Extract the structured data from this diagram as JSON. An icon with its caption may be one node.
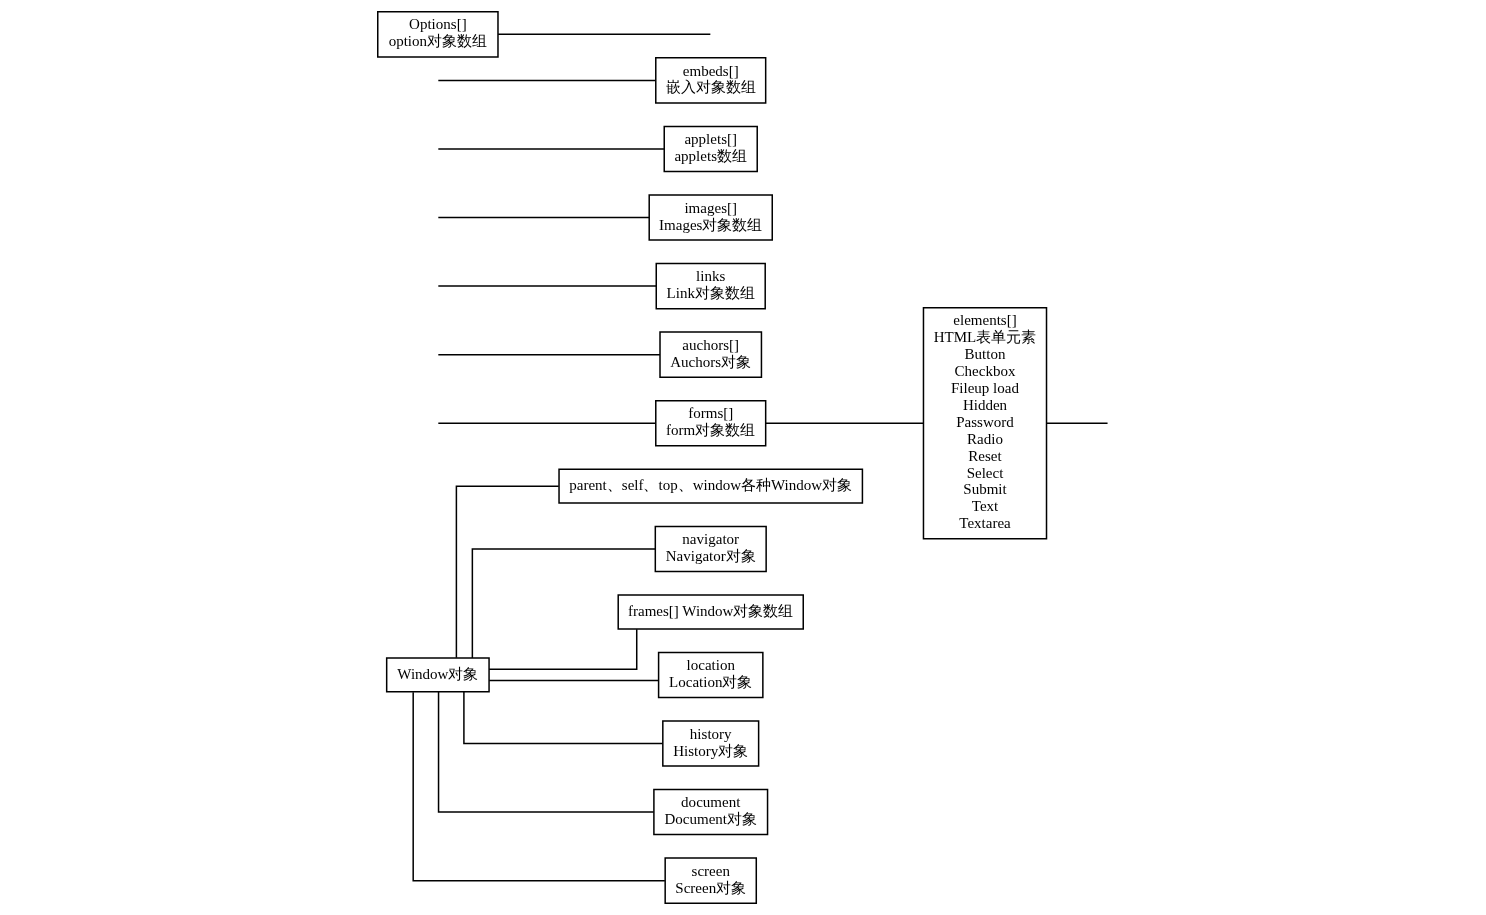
{
  "diagram": {
    "nodes": [
      {
        "text": [
          "Window对象"
        ]
      },
      {
        "text": [
          "parent、self、top、window各种Window对象"
        ]
      },
      {
        "text": [
          "navigator",
          "Navigator对象"
        ]
      },
      {
        "text": [
          "frames[] Window对象数组"
        ]
      },
      {
        "text": [
          "location",
          "Location对象"
        ]
      },
      {
        "text": [
          "history",
          "History对象"
        ]
      },
      {
        "text": [
          "document",
          "Document对象"
        ]
      },
      {
        "text": [
          "screen",
          "Screen对象"
        ]
      },
      {
        "text": [
          "forms[]",
          "form对象数组"
        ]
      },
      {
        "text": [
          "auchors[]",
          "Auchors对象"
        ]
      },
      {
        "text": [
          "links",
          "Link对象数组"
        ]
      },
      {
        "text": [
          "images[]",
          "Images对象数组"
        ]
      },
      {
        "text": [
          "applets[]",
          "applets数组"
        ]
      },
      {
        "text": [
          "embeds[]",
          "嵌入对象数组"
        ]
      },
      {
        "text": [
          "elements[]",
          "HTML表单元素",
          "Button",
          "Checkbox",
          "Fileup load",
          "Hidden",
          "Password",
          "Radio",
          "Reset",
          "Select",
          "Submit",
          "Text",
          "Textarea"
        ]
      },
      {
        "text": [
          "Options[]",
          "option对象数组"
        ]
      }
    ],
    "edges": [
      {
        "from": 0,
        "to": 1,
        "arrow": "none"
      },
      {
        "from": 0,
        "to": 2,
        "arrow": "none"
      },
      {
        "from": 0,
        "to": 3,
        "arrow": "none"
      },
      {
        "from": 0,
        "to": 4,
        "arrow": "none"
      },
      {
        "from": 0,
        "to": 5,
        "arrow": "none"
      },
      {
        "from": 0,
        "to": 6,
        "arrow": "none"
      },
      {
        "from": 0,
        "to": 7,
        "arrow": "none"
      },
      {
        "from": null,
        "to": 8,
        "arrow": "none"
      },
      {
        "from": null,
        "to": 9,
        "arrow": "none"
      },
      {
        "from": null,
        "to": 10,
        "arrow": "none"
      },
      {
        "from": null,
        "to": 11,
        "arrow": "none"
      },
      {
        "from": null,
        "to": 12,
        "arrow": "none"
      },
      {
        "from": null,
        "to": 13,
        "arrow": "none"
      },
      {
        "from": 8,
        "to": 14,
        "arrow": "none"
      },
      {
        "from": 14,
        "to": null,
        "arrow": "none"
      },
      {
        "from": 15,
        "to": null,
        "arrow": "none"
      }
    ]
  }
}
